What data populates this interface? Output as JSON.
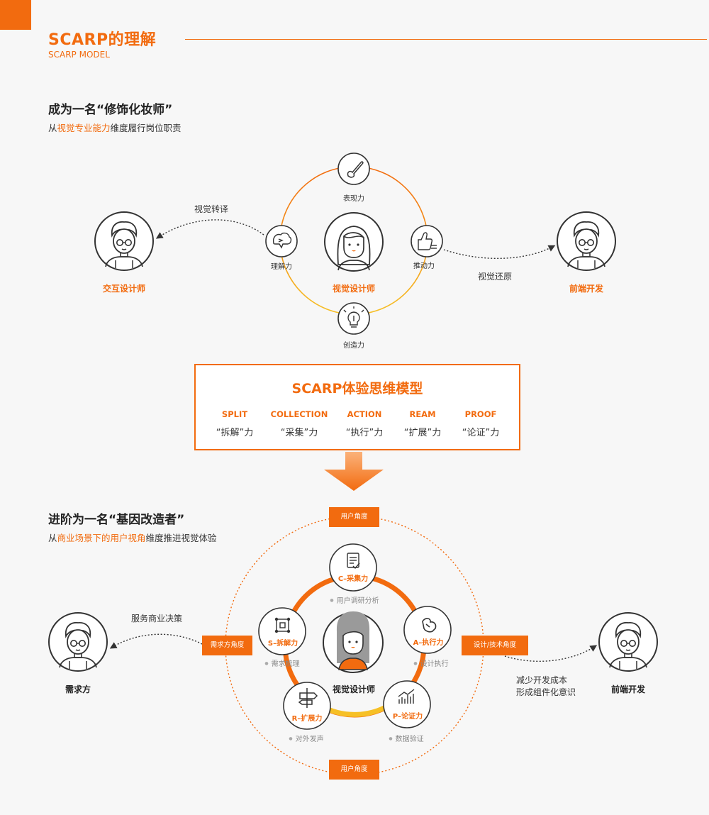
{
  "header": {
    "title": "SCARP的理解",
    "subtitle": "SCARP MODEL"
  },
  "colors": {
    "accent": "#f26b0f",
    "yellow": "#f6c026",
    "dark": "#333333"
  },
  "section1": {
    "title": "成为一名“修饰化妆师”",
    "subtitle_prefix": "从",
    "subtitle_highlight": "视觉专业能力",
    "subtitle_suffix": "维度履行岗位职责",
    "nodes": {
      "top": {
        "label": "表现力",
        "icon": "brush-icon"
      },
      "left": {
        "label": "理解力",
        "icon": "brain-icon"
      },
      "right": {
        "label": "推动力",
        "icon": "thumbs-up-icon"
      },
      "bottom": {
        "label": "创造力",
        "icon": "lightbulb-icon"
      }
    },
    "center_label": "视觉设计师",
    "left_person": "交互设计师",
    "right_person": "前端开发",
    "left_arrow_label": "视觉转译",
    "right_arrow_label": "视觉还原"
  },
  "model": {
    "title": "SCARP体验思维模型",
    "items": [
      {
        "en": "SPLIT",
        "zh": "“拆解”力"
      },
      {
        "en": "COLLECTION",
        "zh": "“采集”力"
      },
      {
        "en": "ACTION",
        "zh": "“执行”力"
      },
      {
        "en": "REAM",
        "zh": "“扩展”力"
      },
      {
        "en": "PROOF",
        "zh": "“论证”力"
      }
    ]
  },
  "section2": {
    "title": "进阶为一名“基因改造者”",
    "subtitle_prefix": "从",
    "subtitle_highlight": "商业场景下的用户视角",
    "subtitle_suffix": "维度推进视觉体验",
    "tags": {
      "top": "用户角度",
      "bottom": "用户角度",
      "left": "需求方角度",
      "right": "设计/技术角度"
    },
    "nodes": {
      "c": {
        "label": "C–采集力",
        "sub": "用户调研分析",
        "icon": "document-icon"
      },
      "s": {
        "label": "S–拆解力",
        "sub": "需求梳理",
        "icon": "split-icon"
      },
      "a": {
        "label": "A–执行力",
        "sub": "设计执行",
        "icon": "arm-icon"
      },
      "r": {
        "label": "R–扩展力",
        "sub": "对外发声",
        "icon": "signpost-icon"
      },
      "p": {
        "label": "P–论证力",
        "sub": "数据验证",
        "icon": "chart-icon"
      }
    },
    "center_label": "视觉设计师",
    "left_person": "需求方",
    "right_person": "前端开发",
    "left_arrow_label": "服务商业决策",
    "right_note_line1": "减少开发成本",
    "right_note_line2": "形成组件化意识"
  }
}
